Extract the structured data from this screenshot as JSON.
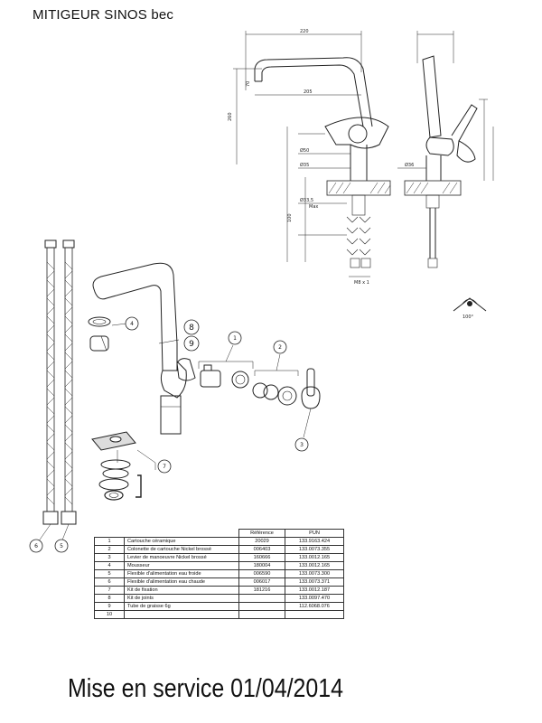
{
  "title": "MITIGEUR SINOS bec",
  "parts_table": {
    "headers": [
      "",
      "",
      "Référence",
      "PUN"
    ],
    "rows": [
      {
        "num": "1",
        "label": "Cartouche céramique",
        "ref": "20029",
        "pun": "133.9163.424"
      },
      {
        "num": "2",
        "label": "Colonette de cartouche Nickel brossé",
        "ref": "006403",
        "pun": "133.0073.355"
      },
      {
        "num": "3",
        "label": "Levier de manoeuvre Nickel brossé",
        "ref": "160666",
        "pun": "133.0012.165"
      },
      {
        "num": "4",
        "label": "Mousseur",
        "ref": "180004",
        "pun": "133.0012.165"
      },
      {
        "num": "5",
        "label": "Flexible d'alimentation eau froide",
        "ref": "006590",
        "pun": "133.0073.300"
      },
      {
        "num": "6",
        "label": "Flexible d'alimentation eau chaude",
        "ref": "006017",
        "pun": "133.0073.371"
      },
      {
        "num": "7",
        "label": "Kit de fixation",
        "ref": "181216",
        "pun": "133.0012.187"
      },
      {
        "num": "8",
        "label": "Kit de joints",
        "ref": "",
        "pun": "133.0097.470"
      },
      {
        "num": "9",
        "label": "Tube de graisse 6g",
        "ref": "",
        "pun": "112.6068.076"
      },
      {
        "num": "10",
        "label": "",
        "ref": "",
        "pun": ""
      }
    ]
  },
  "callouts": [
    "1",
    "2",
    "3",
    "4",
    "5",
    "6",
    "7",
    "8",
    "9"
  ],
  "dimensions": {
    "top_width": "220",
    "spout_inner": "205",
    "height_main": "260",
    "side_top": "70",
    "dia_outer": "Ø50",
    "dia_base": "Ø35",
    "dia_thread": "Ø33,5",
    "height_lower": "100",
    "max_label": "Max",
    "dia_bottom": "M8 x 1",
    "side_dia": "Ø36",
    "angle": "100°"
  },
  "footer_text": "Mise en service 01/04/2014"
}
